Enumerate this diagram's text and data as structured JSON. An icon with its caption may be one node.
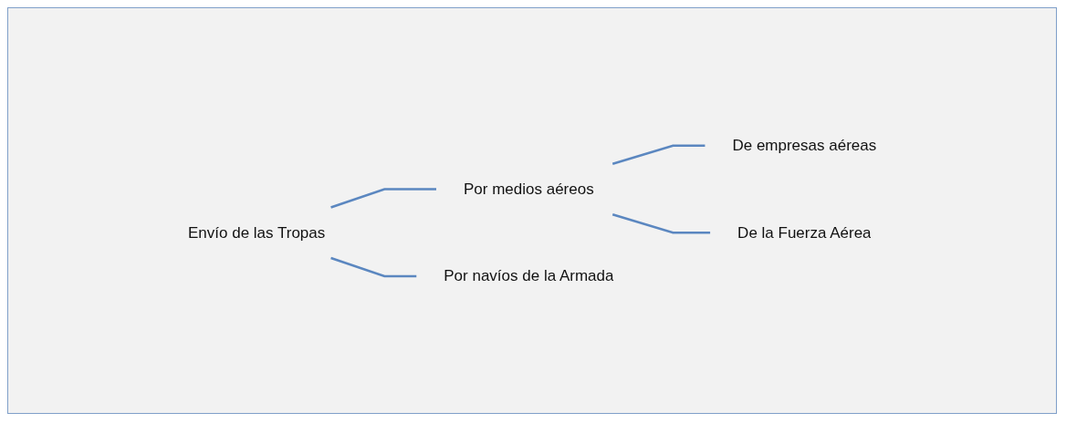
{
  "diagram": {
    "nodes": [
      {
        "text": [
          "Envío de las Tropas"
        ]
      },
      {
        "text": [
          "Por medios aéreos"
        ]
      },
      {
        "text": [
          "De empresas aéreas"
        ]
      },
      {
        "text": [
          "De la Fuerza Aérea"
        ]
      },
      {
        "text": [
          "Por navíos de la Armada"
        ]
      }
    ],
    "edges": [
      {
        "from": 0,
        "to": 1,
        "arrow": "none"
      },
      {
        "from": 1,
        "to": 2,
        "arrow": "none"
      },
      {
        "from": 1,
        "to": 3,
        "arrow": "none"
      },
      {
        "from": 0,
        "to": 4,
        "arrow": "none"
      }
    ]
  }
}
